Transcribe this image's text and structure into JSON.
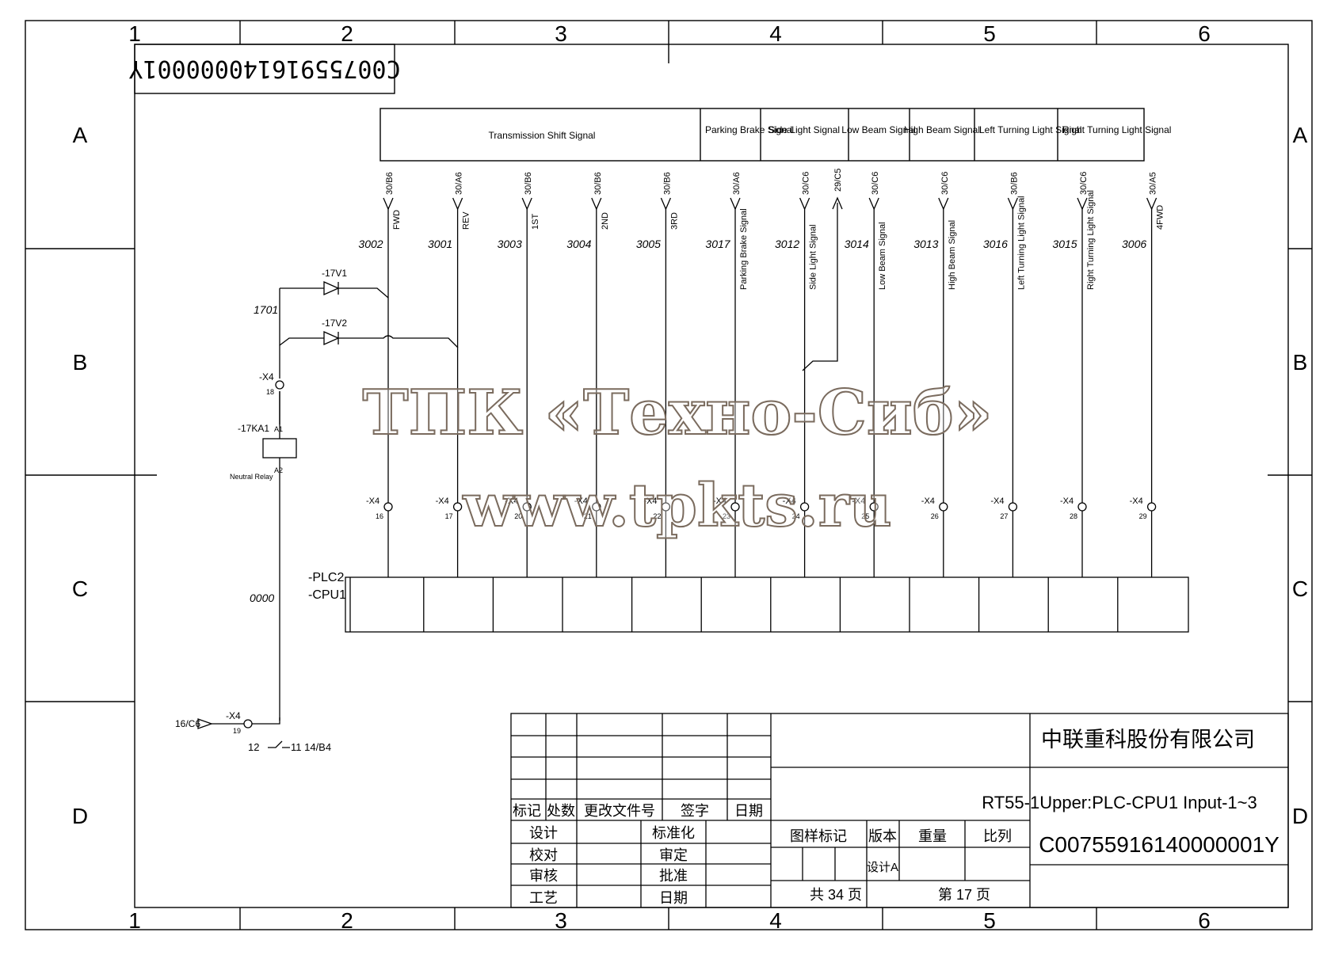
{
  "frame": {
    "col_labels": [
      "1",
      "2",
      "3",
      "4",
      "5",
      "6"
    ],
    "row_labels": [
      "A",
      "B",
      "C",
      "D"
    ]
  },
  "drawing_no_mirrored": "C00755916140000001Y",
  "header_blocks": [
    "Transmission Shift Signal",
    "Parking Brake Signal",
    "Side Light Signal",
    "Low Beam Signal",
    "High Beam Signal",
    "Left Turning Light Signal",
    "Right Turning Light Signal"
  ],
  "channels": [
    {
      "ref": "30/B6",
      "tag": "FWD",
      "wire": "3002",
      "desc": "",
      "term": "16"
    },
    {
      "ref": "30/A6",
      "tag": "REV",
      "wire": "3001",
      "desc": "",
      "term": "17"
    },
    {
      "ref": "30/B6",
      "tag": "1ST",
      "wire": "3003",
      "desc": "",
      "term": "20"
    },
    {
      "ref": "30/B6",
      "tag": "2ND",
      "wire": "3004",
      "desc": "",
      "term": "21"
    },
    {
      "ref": "30/B6",
      "tag": "3RD",
      "wire": "3005",
      "desc": "",
      "term": "22"
    },
    {
      "ref": "30/A6",
      "tag": "",
      "wire": "3017",
      "desc": "Parking Brake Signal",
      "term": "23"
    },
    {
      "ref": "30/C6",
      "tag": "",
      "wire": "3012",
      "desc": "Side Light Signal",
      "term": "24"
    },
    {
      "ref": "30/C6",
      "tag": "",
      "wire": "3014",
      "desc": "Low Beam Signal",
      "term": "25"
    },
    {
      "ref": "30/C6",
      "tag": "",
      "wire": "3013",
      "desc": "High Beam Signal",
      "term": "26"
    },
    {
      "ref": "30/B6",
      "tag": "",
      "wire": "3016",
      "desc": "Left Turning Light Signal",
      "term": "27"
    },
    {
      "ref": "30/C6",
      "tag": "",
      "wire": "3015",
      "desc": "Right Turning Light Signal",
      "term": "28"
    },
    {
      "ref": "30/A5",
      "tag": "4FWD",
      "wire": "3006",
      "desc": "",
      "term": "29"
    }
  ],
  "side_ref": "29/C5",
  "terminal_prefix": "-X4",
  "circuit": {
    "wire_1701": "1701",
    "wire_0000": "0000",
    "diode1": "-17V1",
    "diode2": "-17V2",
    "term_x4": "-X4",
    "term_18": "18",
    "relay_tag": "-17KA1",
    "relay_a1": "A1",
    "relay_a2": "A2",
    "relay_name": "Neutral Relay",
    "plc_line1": "-PLC2",
    "plc_line2": "-CPU1",
    "src_ref": "16/C6",
    "term_19": "19",
    "contact_text_left": "12",
    "contact_text_right": "11  14/B4"
  },
  "watermark": {
    "line1": "ТПК «Техно-Сиб»",
    "line2": "www.tpkts.ru"
  },
  "title_block": {
    "company": "中联重科股份有限公司",
    "drawing_title": "RT55-1Upper:PLC-CPU1 Input-1~3",
    "drawing_no": "C00755916140000001Y",
    "rev_header": [
      "标记",
      "处数",
      "更改文件号",
      "签字",
      "日期"
    ],
    "rows_left": [
      "设计",
      "校对",
      "审核",
      "工艺"
    ],
    "rows_mid": [
      "标准化",
      "审定",
      "批准",
      "日期"
    ],
    "marks_header": [
      "图样标记",
      "版本",
      "重量",
      "比列"
    ],
    "version": "设计A",
    "total_pages": "共 34 页",
    "page": "第 17 页"
  }
}
